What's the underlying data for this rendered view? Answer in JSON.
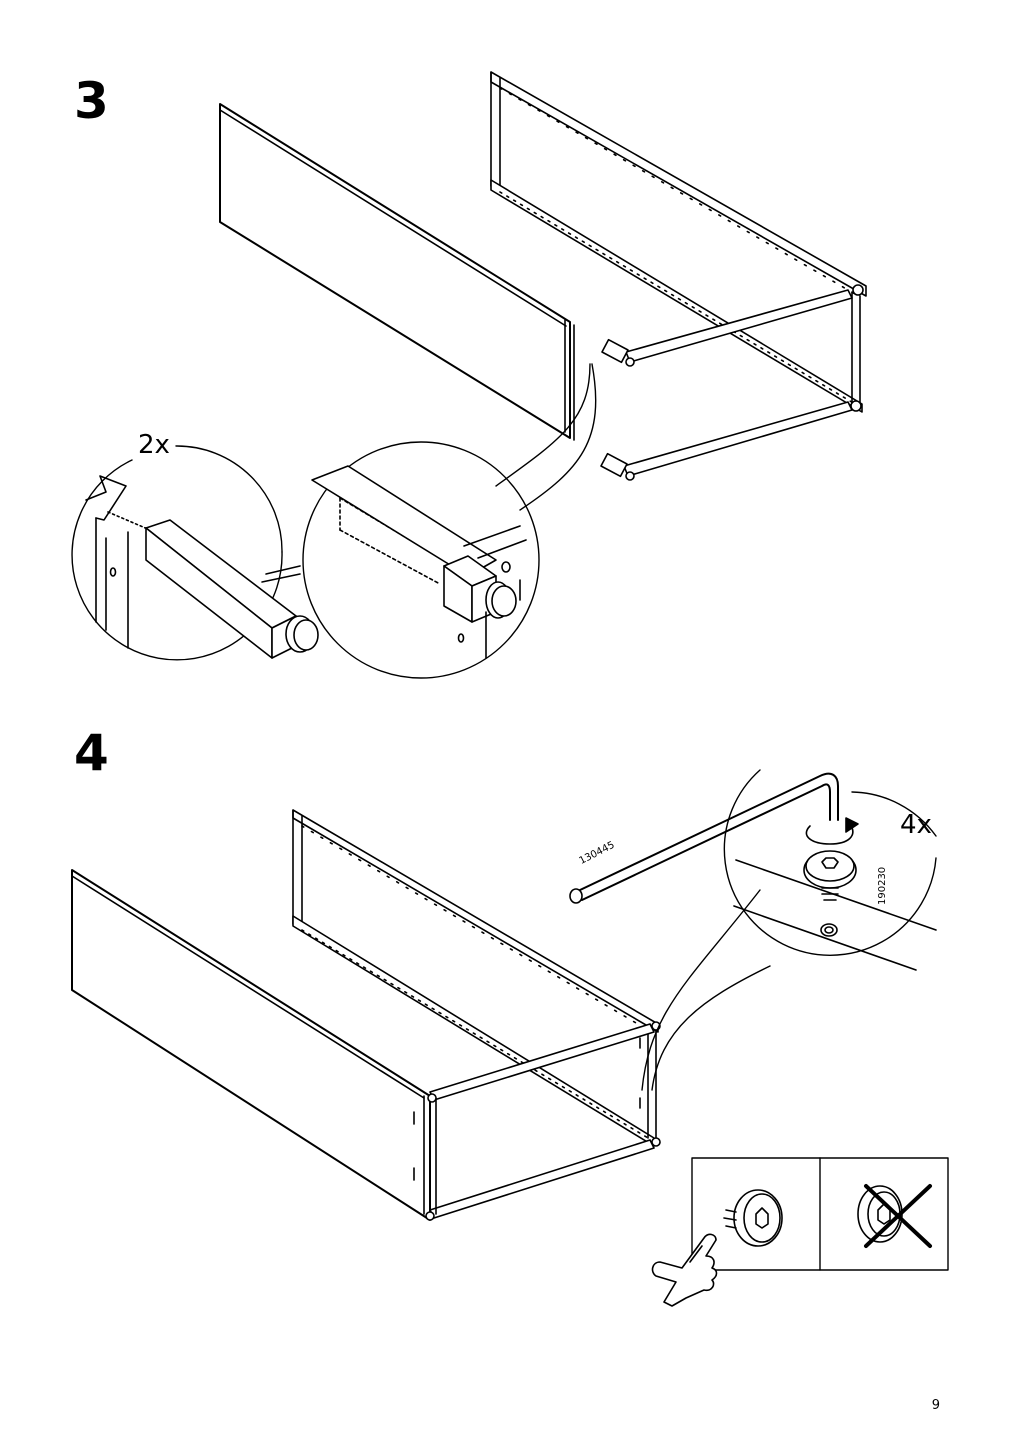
{
  "steps": [
    {
      "number": "3",
      "quantity": "2x"
    },
    {
      "number": "4",
      "quantity": "4x"
    }
  ],
  "parts": {
    "allen_key": "130445",
    "screw": "190230"
  },
  "page_number": "9",
  "icons": [
    "panel-illustration",
    "frame-illustration",
    "detail-magnifier",
    "allen-key",
    "screw",
    "pointing-hand",
    "cross-mark"
  ]
}
